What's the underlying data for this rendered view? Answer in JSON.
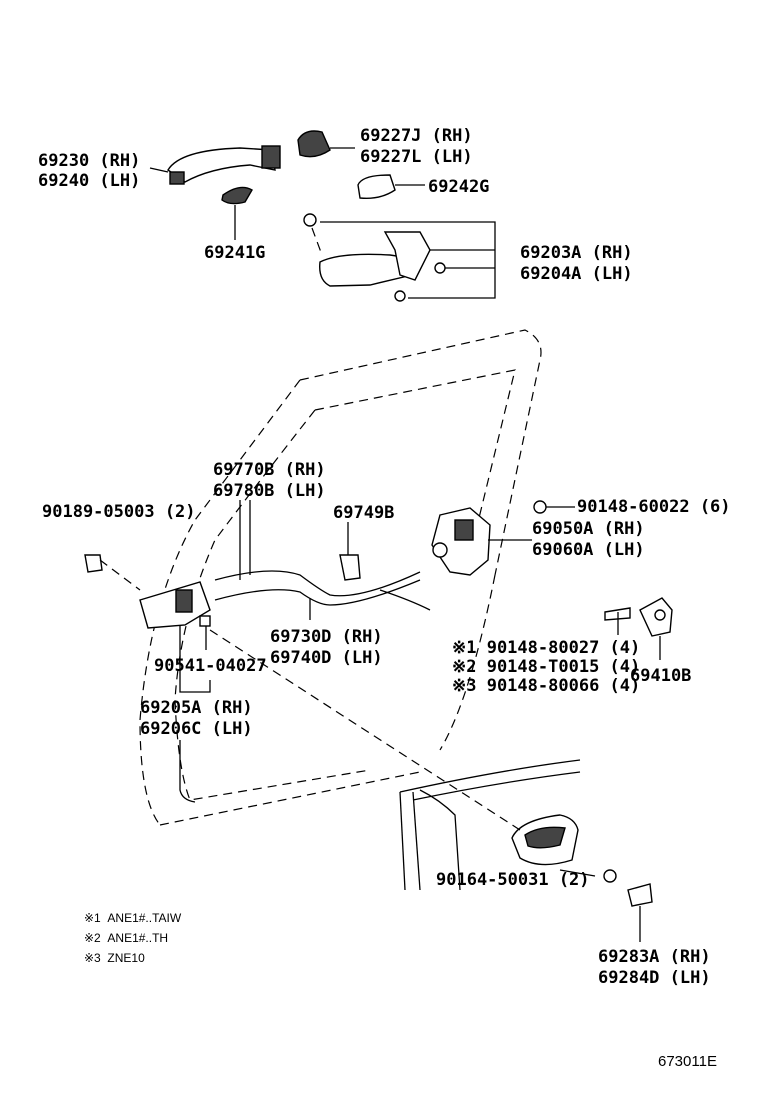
{
  "callouts": {
    "p69230": "69230 (RH)",
    "p69240": "69240 (LH)",
    "p69227J": "69227J (RH)",
    "p69227L": "69227L (LH)",
    "p69242G": "69242G",
    "p69241G": "69241G",
    "p69203A": "69203A (RH)",
    "p69204A": "69204A (LH)",
    "p69770B": "69770B (RH)",
    "p69780B": "69780B (LH)",
    "p69749B": "69749B",
    "p90189": "90189-05003 (2)",
    "p90148_60022": "90148-60022 (6)",
    "p69050A": "69050A (RH)",
    "p69060A": "69060A (LH)",
    "p69730D": "69730D (RH)",
    "p69740D": "69740D (LH)",
    "p90541": "90541-04027",
    "p90148_80027": "※1 90148-80027 (4)",
    "p90148_T0015": "※2 90148-T0015 (4)",
    "p90148_80066": "※3 90148-80066 (4)",
    "p69410B": "69410B",
    "p69205A": "69205A (RH)",
    "p69206C": "69206C (LH)",
    "p90164": "90164-50031 (2)",
    "p69283A": "69283A (RH)",
    "p69284D": "69284D (LH)"
  },
  "notes": [
    "※1  ANE1#..TAIW",
    "※2  ANE1#..TH",
    "※3  ZNE10"
  ],
  "figure_ref": "673011E"
}
